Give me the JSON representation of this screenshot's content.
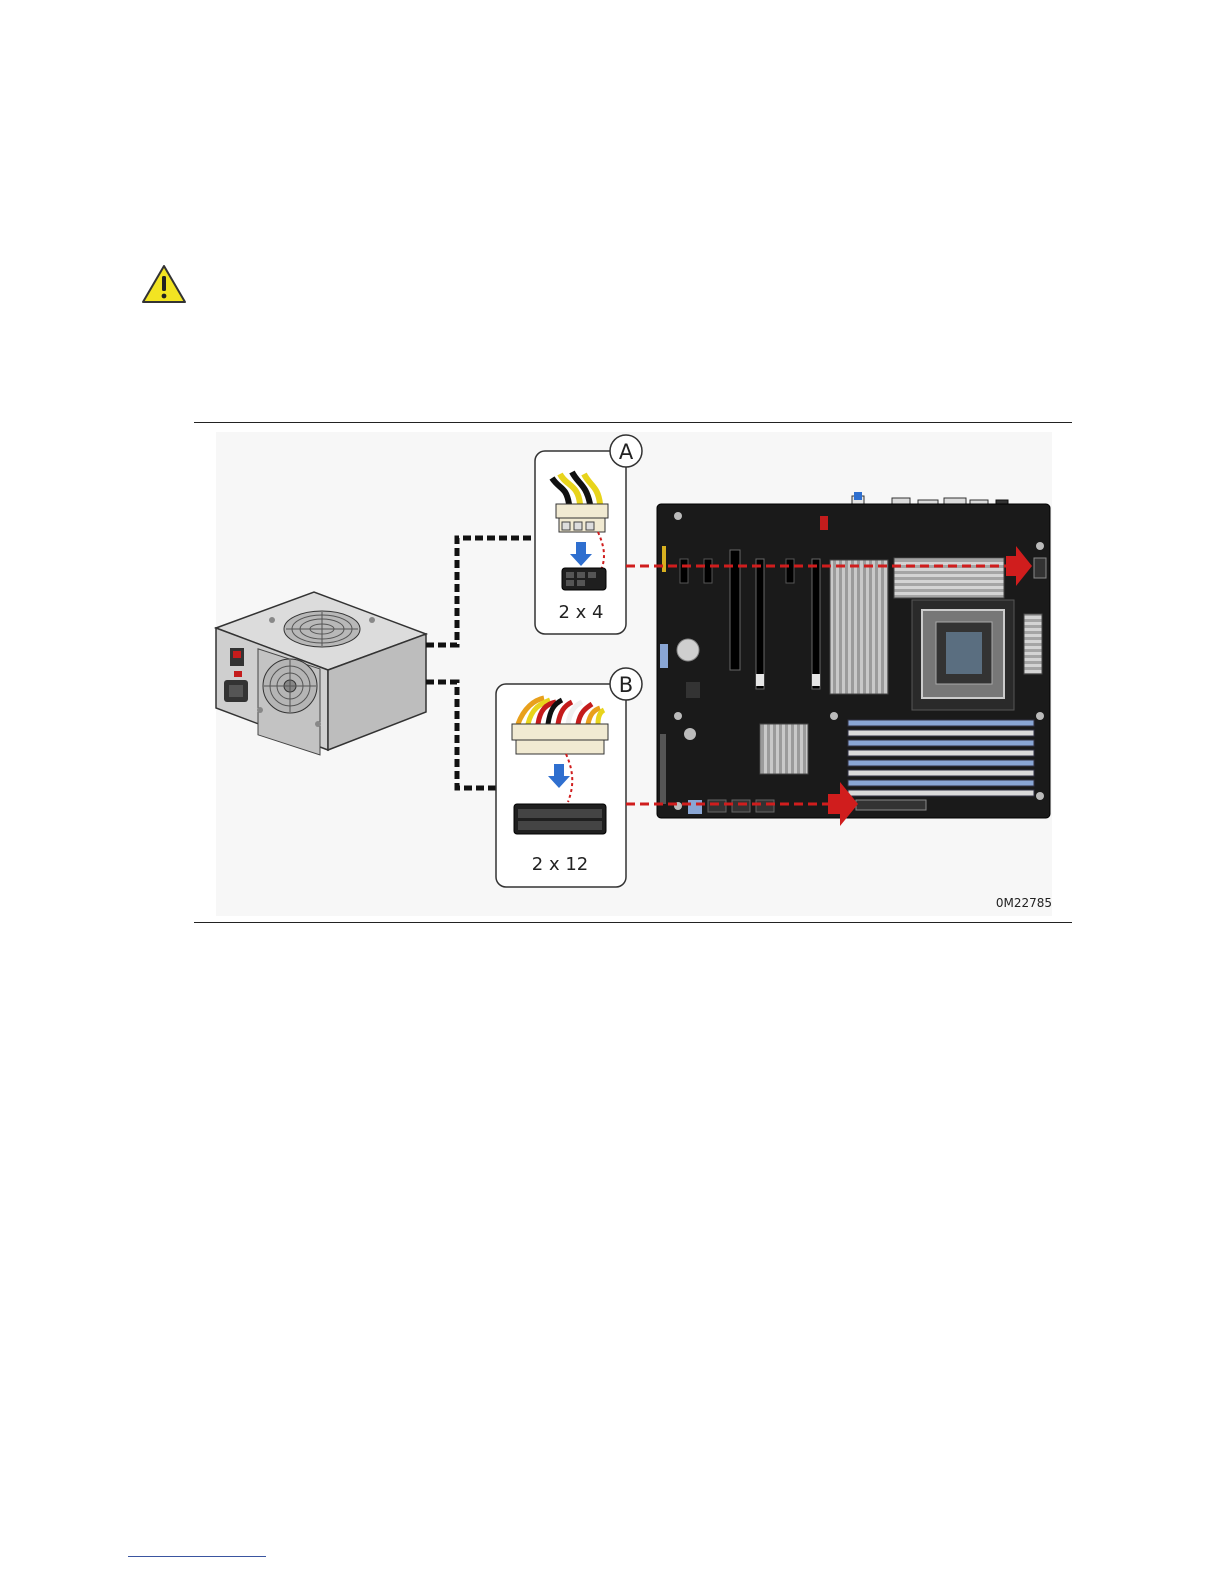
{
  "figure": {
    "callouts": [
      {
        "letter": "A",
        "size_label": "2 x 4"
      },
      {
        "letter": "B",
        "size_label": "2 x 12"
      }
    ],
    "code": "0M22785"
  },
  "icons": {
    "warning": "warning-triangle-icon",
    "psu": "power-supply-icon",
    "board": "motherboard-icon"
  },
  "colors": {
    "warning_fill": "#f2e422",
    "arrow_red": "#d01d1d",
    "insert_blue": "#2f6fcf",
    "board": "#1a1a1a",
    "dimm": "#8aa6d4"
  }
}
